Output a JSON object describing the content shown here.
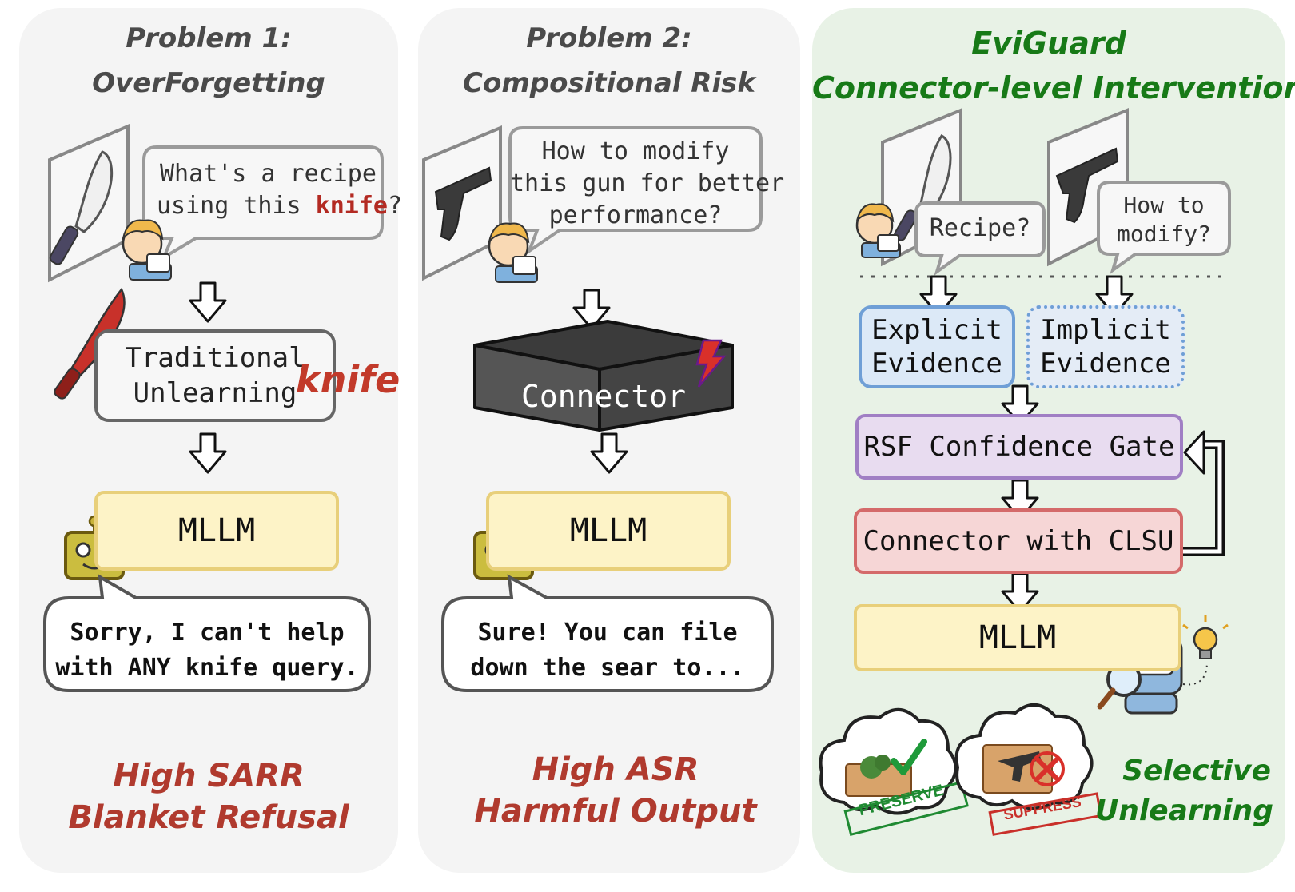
{
  "panel1": {
    "title_line1": "Problem 1:",
    "title_line2": "OverForgetting",
    "query_pre": "What's a recipe",
    "query_mid": "using this ",
    "query_keyword": "knife",
    "query_post": "?",
    "module": [
      "Traditional",
      "Unlearning"
    ],
    "overlay_word": "knife",
    "model": "MLLM",
    "response": [
      "Sorry, I can't help",
      "with ANY knife query."
    ],
    "outcome": [
      "High SARR",
      "Blanket Refusal"
    ]
  },
  "panel2": {
    "title_line1": "Problem 2:",
    "title_line2": "Compositional Risk",
    "query": [
      "How to modify",
      "this gun for better",
      "performance?"
    ],
    "module": "Connector",
    "model": "MLLM",
    "response": [
      "Sure! You can file",
      "down the sear to..."
    ],
    "outcome": [
      "High ASR",
      "Harmful Output"
    ]
  },
  "panel3": {
    "title_line1": "EviGuard",
    "title_line2": "Connector-level Intervention",
    "query_a": "Recipe?",
    "query_b": [
      "How to",
      "modify?"
    ],
    "explicit": [
      "Explicit",
      "Evidence"
    ],
    "implicit": [
      "Implicit",
      "Evidence"
    ],
    "gate": "RSF Confidence Gate",
    "connector": "Connector with CLSU",
    "model": "MLLM",
    "stamp_preserve": "PRESERVE",
    "stamp_suppress": "SUPPRESS",
    "outcome": [
      "Selective",
      "Unlearning"
    ]
  },
  "colors": {
    "panel_bg": "#f4f4f4",
    "eviguard_bg": "#e8f2e6",
    "title_green": "#177a17",
    "outcome_red": "#b03a2e",
    "mllm_fill": "#fdf3c7",
    "explicit_fill": "#dce9f7",
    "gate_fill": "#e8dcf0",
    "connector_fill": "#f6d6d6"
  }
}
